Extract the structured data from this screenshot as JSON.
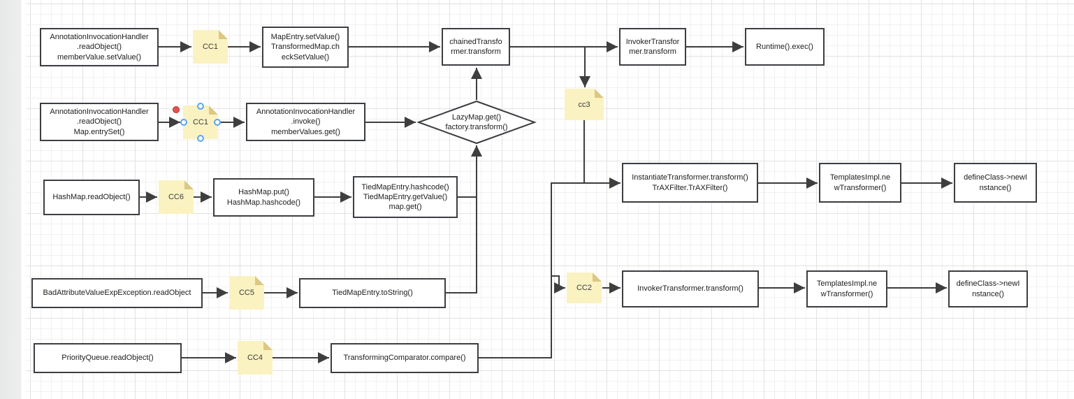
{
  "colors": {
    "note_fill": "#FBF2C2",
    "note_fold": "#DCC883",
    "box_border": "#3B3E42",
    "edge": "#3E3E3E",
    "handle_blue": "#53A7F0",
    "handle_red": "#E2544B"
  },
  "nodes": {
    "aih_read_membervalue": {
      "label": "AnnotationInvocationHandler\n.readObject()\nmemberValue.setValue()"
    },
    "mapentry_setvalue": {
      "label": "MapEntry.setValue()\nTransformedMap.ch\neckSetValue()"
    },
    "chained_transformer": {
      "label": "chainedTransfo\nrmer.transform"
    },
    "invoker_transformer_1": {
      "label": "InvokerTransfor\nmer.transform"
    },
    "runtime_exec": {
      "label": "Runtime().exec()"
    },
    "aih_read_entryset": {
      "label": "AnnotationInvocationHandler\n.readObject()\nMap.entrySet()"
    },
    "aih_invoke": {
      "label": "AnnotationInvocationHandler\n.invoke()\nmemberValues.get()"
    },
    "lazymap_get": {
      "label": "LazyMap.get()\nfactory.transform()"
    },
    "hashmap_readobject": {
      "label": "HashMap.readObject()"
    },
    "hashmap_put": {
      "label": "HashMap.put()\nHashMap.hashcode()"
    },
    "tiedmapentry_hashcode": {
      "label": "TiedMapEntry.hashcode()\nTiedMapEntry.getValue()\nmap.get()"
    },
    "badattribute_readobject": {
      "label": "BadAttributeValueExpException.readObject"
    },
    "tiedmapentry_tostring": {
      "label": "TiedMapEntry.toString()"
    },
    "priorityqueue_readobject": {
      "label": "PriorityQueue.readObject()"
    },
    "transforming_comparator": {
      "label": "TransformingComparator.compare()"
    },
    "instantiate_transformer": {
      "label": "InstantiateTransformer.transform()\nTrAXFilter.TrAXFilter()"
    },
    "templatesimpl_top": {
      "label": "TemplatesImpl.ne\nwTransformer()"
    },
    "defineclass_top": {
      "label": "defineClass->newI\nnstance()"
    },
    "invoker_transformer_2": {
      "label": "InvokerTransformer.transform()"
    },
    "templatesimpl_bottom": {
      "label": "TemplatesImpl.ne\nwTransformer()"
    },
    "defineclass_bottom": {
      "label": "defineClass->newI\nnstance()"
    }
  },
  "notes": {
    "cc1_row1": {
      "label": "CC1"
    },
    "cc1_row2": {
      "label": "CC1"
    },
    "cc6": {
      "label": "CC6"
    },
    "cc5": {
      "label": "CC5"
    },
    "cc4": {
      "label": "CC4"
    },
    "cc3": {
      "label": "cc3"
    },
    "cc2": {
      "label": "CC2"
    }
  }
}
